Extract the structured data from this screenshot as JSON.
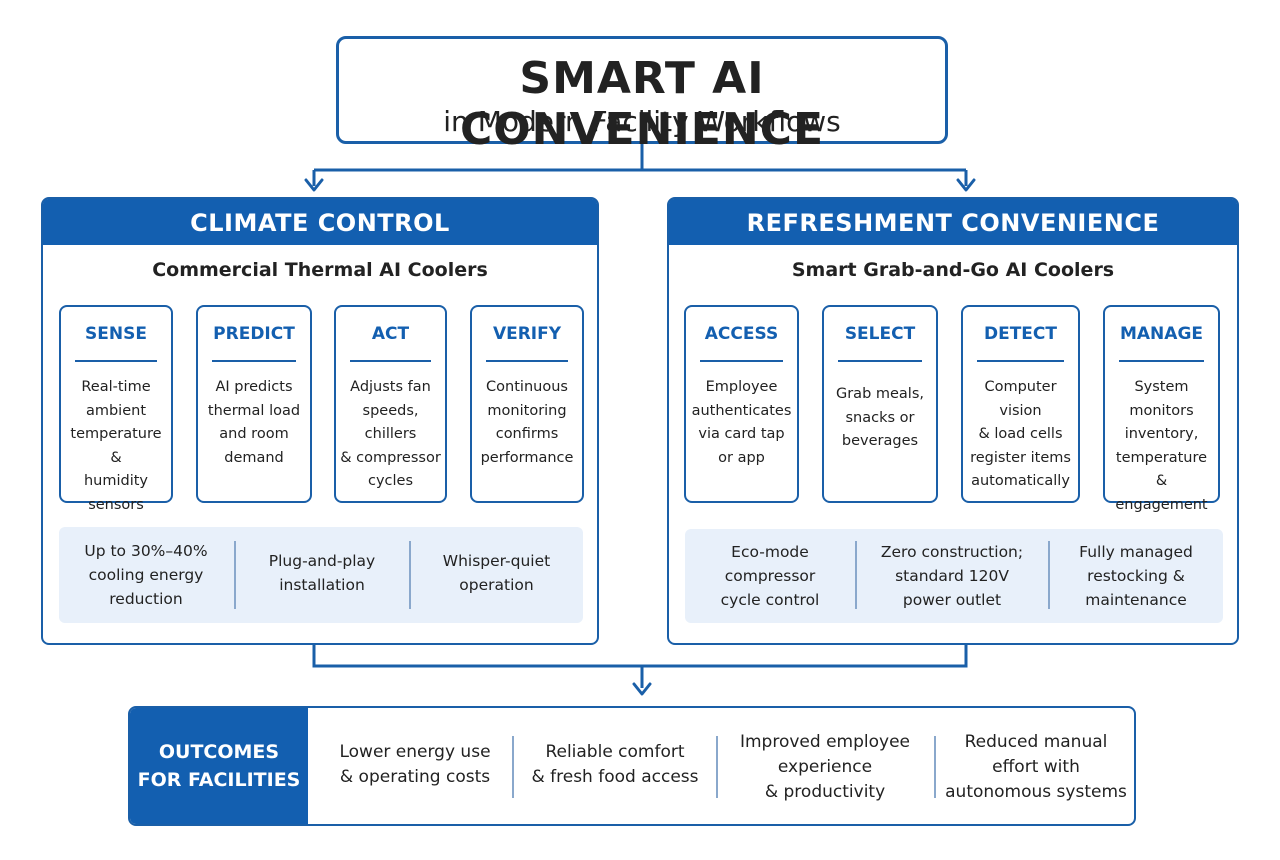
{
  "title": {
    "main": "SMART AI CONVENIENCE",
    "sub": "in Modern Facility Workflows"
  },
  "climate": {
    "header": "CLIMATE CONTROL",
    "subtitle": "Commercial Thermal AI Coolers",
    "steps": [
      {
        "title": "SENSE",
        "text": [
          "Real-time",
          "ambient",
          "temperature &",
          "humidity",
          "sensors"
        ]
      },
      {
        "title": "PREDICT",
        "text": [
          "AI predicts",
          "thermal load",
          "and room",
          "demand"
        ]
      },
      {
        "title": "ACT",
        "text": [
          "Adjusts fan",
          "speeds, chillers",
          "& compressor",
          "cycles"
        ]
      },
      {
        "title": "VERIFY",
        "text": [
          "Continuous",
          "monitoring",
          "confirms",
          "performance"
        ]
      }
    ],
    "features": [
      [
        "Up to 30%–40%",
        "cooling energy",
        "reduction"
      ],
      [
        "Plug-and-play",
        "installation"
      ],
      [
        "Whisper-quiet",
        "operation"
      ]
    ]
  },
  "refreshment": {
    "header": "REFRESHMENT CONVENIENCE",
    "subtitle": "Smart Grab-and-Go AI Coolers",
    "steps": [
      {
        "title": "ACCESS",
        "text": [
          "Employee",
          "authenticates",
          "via card tap",
          "or app"
        ]
      },
      {
        "title": "SELECT",
        "text": [
          "Grab meals,",
          "snacks or",
          "beverages"
        ]
      },
      {
        "title": "DETECT",
        "text": [
          "Computer vision",
          "& load cells",
          "register items",
          "automatically"
        ]
      },
      {
        "title": "MANAGE",
        "text": [
          "System monitors",
          "inventory,",
          "temperature &",
          "engagement"
        ]
      }
    ],
    "features": [
      [
        "Eco-mode",
        "compressor",
        "cycle control"
      ],
      [
        "Zero construction;",
        "standard 120V",
        "power outlet"
      ],
      [
        "Fully managed",
        "restocking &",
        "maintenance"
      ]
    ]
  },
  "outcomes": {
    "header": [
      "OUTCOMES",
      "FOR FACILITIES"
    ],
    "items": [
      [
        "Lower energy use",
        "& operating costs"
      ],
      [
        "Reliable comfort",
        "& fresh food access"
      ],
      [
        "Improved employee",
        "experience",
        "& productivity"
      ],
      [
        "Reduced manual",
        "effort with",
        "autonomous systems"
      ]
    ]
  },
  "colors": {
    "primary": "#135fb0",
    "border": "#1a5fa8",
    "feature_bg": "#e8f0fa"
  }
}
